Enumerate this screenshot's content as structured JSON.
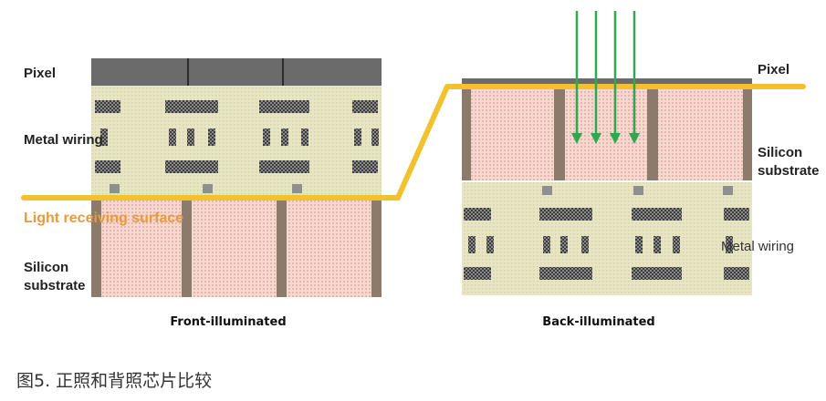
{
  "front": {
    "pixel_label": "Pixel",
    "metal_label": "Metal wiring",
    "light_label": "Light receiving surface",
    "silicon_label_1": "Silicon",
    "silicon_label_2": "substrate",
    "caption": "Front-illuminated"
  },
  "back": {
    "pixel_label": "Pixel",
    "silicon_label_1": "Silicon",
    "silicon_label_2": "substrate",
    "metal_label": "Metal wiring",
    "caption": "Back-illuminated"
  },
  "figure_caption": "图5. 正照和背照芯片比较",
  "colors": {
    "wiring_layer": "#e6e4c0",
    "silicon": "#f3d9cf",
    "silicon_dot": "#e8b9ad",
    "pixel_bar": "#6b6b6b",
    "pillar": "#8c7a6a",
    "light_line": "#f2c12e",
    "light_label": "#e89a3c",
    "arrow": "#2fa84f",
    "metal_pad": "#4a4a4a",
    "via": "#8f8f8f"
  }
}
